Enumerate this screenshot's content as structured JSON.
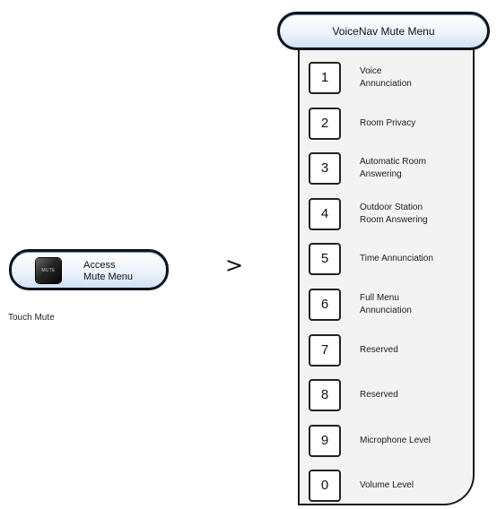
{
  "access": {
    "key_label": "MUTE",
    "label_line1": "Access",
    "label_line2": "Mute Menu",
    "caption": "Touch Mute"
  },
  "arrow": ">",
  "menu": {
    "title": "VoiceNav Mute Menu",
    "items": [
      {
        "key": "1",
        "line1": "Voice",
        "line2": "Annunciation"
      },
      {
        "key": "2",
        "line1": "Room Privacy",
        "line2": ""
      },
      {
        "key": "3",
        "line1": "Automatic Room",
        "line2": "Answering"
      },
      {
        "key": "4",
        "line1": "Outdoor Station",
        "line2": "Room Answering"
      },
      {
        "key": "5",
        "line1": "Time Annunciation",
        "line2": ""
      },
      {
        "key": "6",
        "line1": "Full Menu",
        "line2": "Annunciation"
      },
      {
        "key": "7",
        "line1": "Reserved",
        "line2": ""
      },
      {
        "key": "8",
        "line1": "Reserved",
        "line2": ""
      },
      {
        "key": "9",
        "line1": "Microphone Level",
        "line2": ""
      },
      {
        "key": "0",
        "line1": "Volume Level",
        "line2": ""
      }
    ]
  }
}
